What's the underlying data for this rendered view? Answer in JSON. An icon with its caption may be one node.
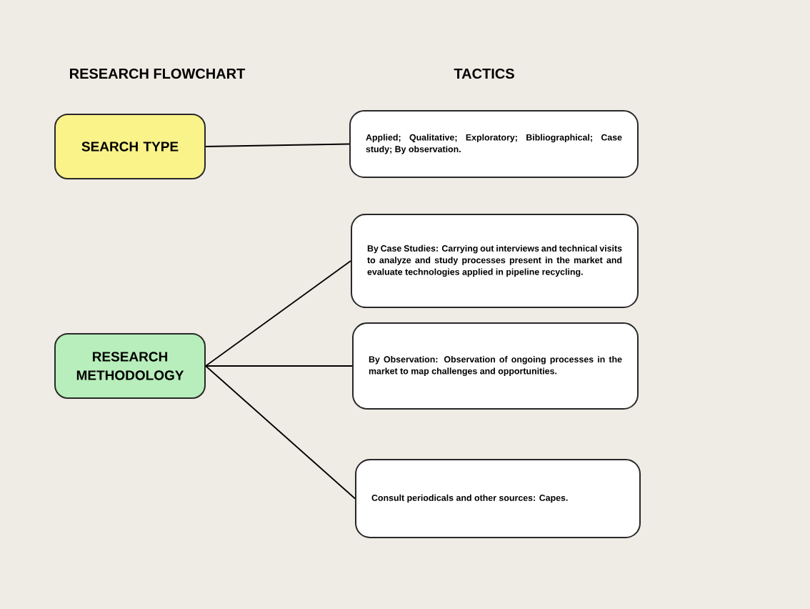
{
  "diagram": {
    "nodes": [
      {
        "text": [
          "SEARCH TYPE"
        ]
      },
      {
        "text": [
          "Applied; Qualitative; Exploratory; Bibliographical; Case study; By observation."
        ]
      },
      {
        "text": [
          "RESEARCH METHODOLOGY"
        ]
      },
      {
        "text": [
          "By Case Studies: Carrying out interviews and technical visits to analyze and study processes present in the market and evaluate technologies applied in pipeline recycling."
        ]
      },
      {
        "text": [
          "By Observation: Observation of ongoing processes in the market to map challenges and opportunities."
        ]
      },
      {
        "text": [
          "Consult periodicals and other sources: Capes."
        ]
      }
    ],
    "edges": [
      {
        "from": 0,
        "to": 1,
        "arrow": "none"
      },
      {
        "from": 2,
        "to": 3,
        "arrow": "none"
      },
      {
        "from": 2,
        "to": 4,
        "arrow": "none"
      },
      {
        "from": 2,
        "to": 5,
        "arrow": "none"
      }
    ],
    "labels": [
      "RESEARCH FLOWCHART",
      "TACTICS"
    ]
  }
}
